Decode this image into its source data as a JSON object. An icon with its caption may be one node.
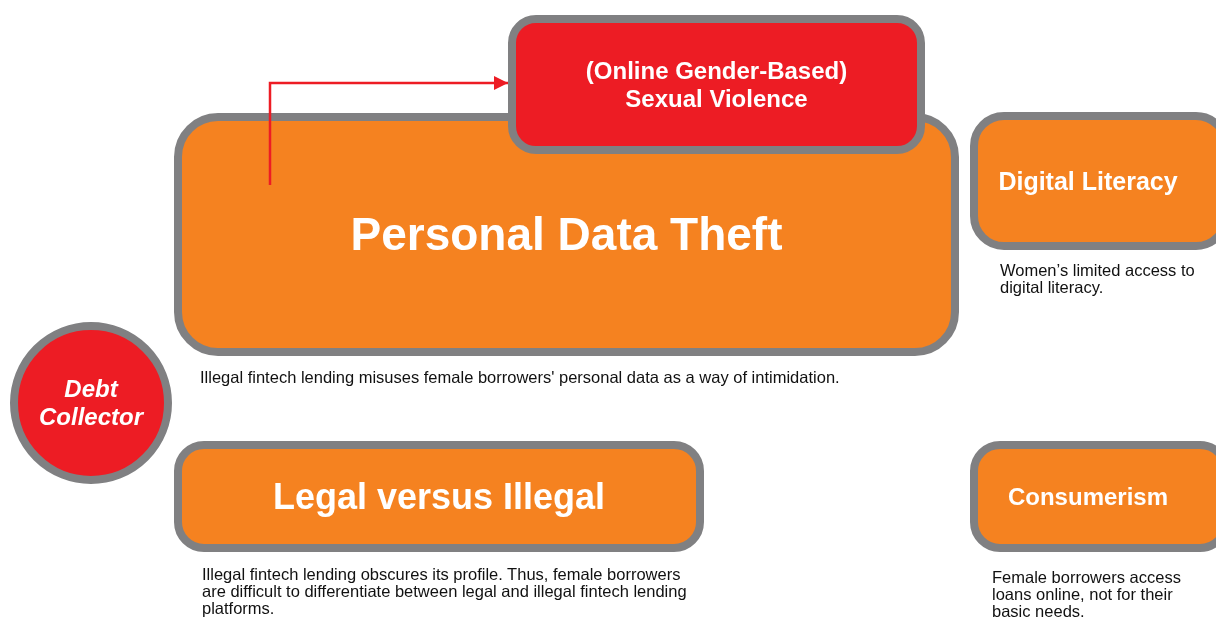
{
  "diagram": {
    "nodes": [
      {
        "text": [
          "(Online Gender-Based) Sexual Violence"
        ]
      },
      {
        "text": [
          "Personal Data Theft"
        ],
        "beside": [
          "Illegal fintech lending misuses female borrowers' personal data as a way of intimidation."
        ]
      },
      {
        "text": [
          "Digital Literacy"
        ],
        "beside": [
          "Women’s limited access to digital literacy."
        ]
      },
      {
        "text": [
          "Debt Collector"
        ]
      },
      {
        "text": [
          "Legal versus Illegal"
        ],
        "beside": [
          "Illegal fintech lending obscures its profile. Thus, female borrowers are difficult to differentiate between legal and illegal fintech lending platforms."
        ]
      },
      {
        "text": [
          "Consumerism"
        ],
        "beside": [
          "Female borrowers access loans online, not for their basic needs."
        ]
      }
    ],
    "edges": [
      {
        "from": 1,
        "to": 0,
        "arrow": "to"
      }
    ]
  }
}
